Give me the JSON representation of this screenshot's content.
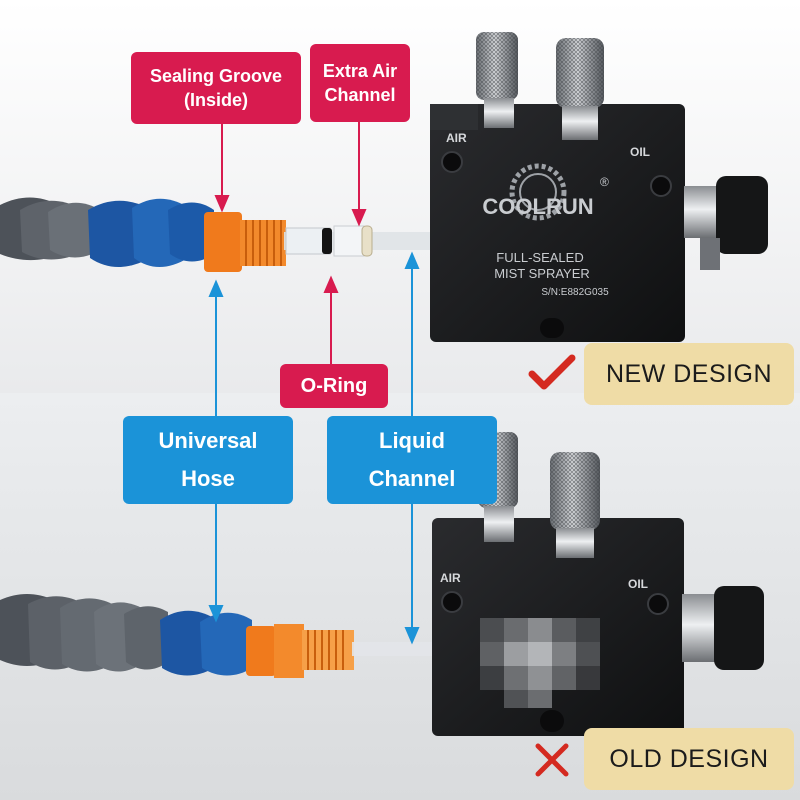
{
  "new_panel": {
    "labels": {
      "sealing_groove": "Sealing Groove\n(Inside)",
      "extra_air_channel": "Extra Air\nChannel",
      "o_ring": "O-Ring"
    },
    "block_text": {
      "brand": "COOLRUN",
      "registered": "®",
      "line1": "FULL-SEALED",
      "line2": "MIST SPRAYER",
      "serial": "S/N:E882G035",
      "air": "AIR",
      "oil": "OIL"
    },
    "badge": "NEW DESIGN",
    "mark": "check-icon"
  },
  "old_panel": {
    "labels": {
      "universal_hose": "Universal\nHose",
      "liquid_channel": "Liquid\nChannel"
    },
    "block_text": {
      "air": "AIR",
      "oil": "OIL"
    },
    "badge": "OLD DESIGN",
    "mark": "cross-icon"
  },
  "colors": {
    "red_label": "#d81b4f",
    "blue_label": "#1b93d8",
    "badge_bg": "#efdca6",
    "hose_gray": "#5b6169",
    "hose_blue": "#1e5fb0",
    "fitting_orange": "#f07a1c",
    "block_black": "#18191b"
  }
}
